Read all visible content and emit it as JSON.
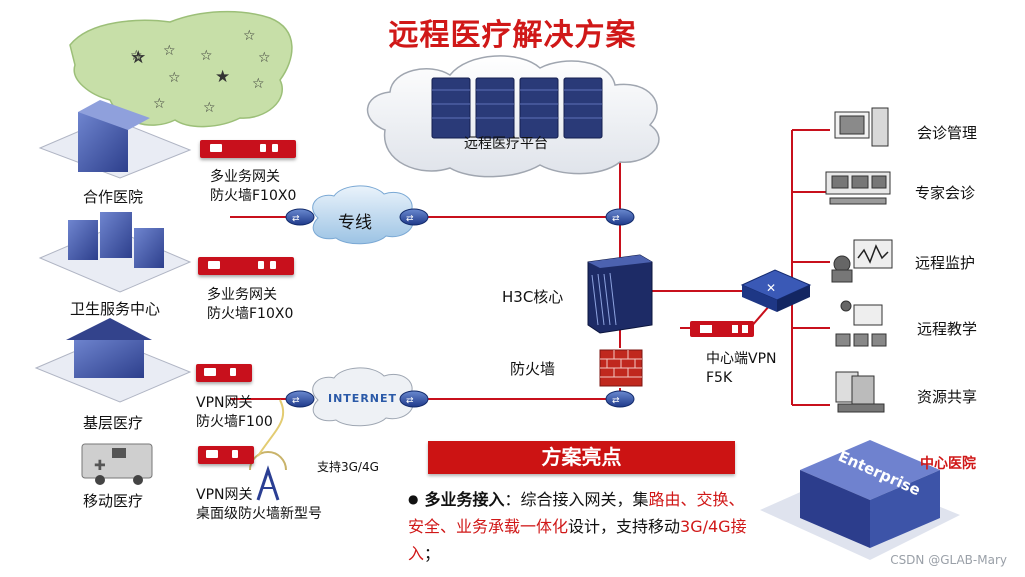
{
  "title": "远程医疗解决方案",
  "platform_label": "远程医疗平台",
  "zhuanxian_label": "专线",
  "internet_label": "INTERNET",
  "core_label": "H3C核心",
  "firewall_label": "防火墙",
  "vpn_center_line1": "中心端VPN",
  "vpn_center_line2": "F5K",
  "support_label": "支持3G/4G",
  "left_sites": [
    {
      "name": "合作医院"
    },
    {
      "name": "卫生服务中心"
    },
    {
      "name": "基层医疗"
    },
    {
      "name": "移动医疗"
    }
  ],
  "devices": [
    {
      "line1": "多业务网关",
      "line2": "防火墙F10X0"
    },
    {
      "line1": "多业务网关",
      "line2": "防火墙F10X0"
    },
    {
      "line1": "VPN网关",
      "line2": "防火墙F100"
    },
    {
      "line1": "VPN网关",
      "line2": "桌面级防火墙新型号"
    }
  ],
  "right_services": [
    "会诊管理",
    "专家会诊",
    "远程监护",
    "远程教学",
    "资源共享"
  ],
  "center_hospital_label": "中心医院",
  "enterprise_label": "Enterprise",
  "highlights": {
    "title": "方案亮点",
    "bold_lead": "多业务接入",
    "text_1": "：综合接入网关，集",
    "red_1": "路由、交换、安全、业务承载一体化",
    "text_2": "设计，支持移动",
    "red_2": "3G/4G接入",
    "text_3": "；"
  },
  "watermark": "CSDN @GLAB-Mary",
  "colors": {
    "accent_red": "#cc1313",
    "line_red": "#c8101c",
    "server_blue": "#2a3a78"
  }
}
